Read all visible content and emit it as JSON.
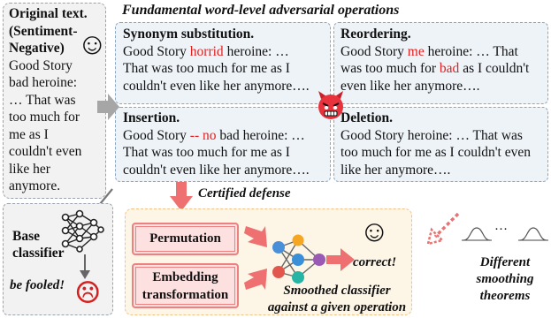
{
  "original": {
    "heading_line1": "Original text.",
    "heading_line2": "(Sentiment-",
    "heading_line3": "Negative)",
    "body_lines": [
      "Good Story",
      "bad heroine:",
      "… That was",
      "too much for",
      "me as I",
      "couldn't even",
      "like her",
      "anymore."
    ]
  },
  "title": "Fundamental word-level adversarial operations",
  "ops": {
    "synonym": {
      "title": "Synonym substitution.",
      "l1_a": "Good Story ",
      "l1_red": "horrid",
      "l1_b": " heroine: …",
      "l2": "That was too much for me as I",
      "l3": "couldn't even like her anymore…."
    },
    "reorder": {
      "title": "Reordering.",
      "l1_a": "Good Story ",
      "l1_red": "me",
      "l1_b": " heroine: … That",
      "l2_a": "was too much for ",
      "l2_red": "bad",
      "l2_b": " as I couldn't",
      "l3": "even like her anymore…."
    },
    "insert": {
      "title": "Insertion.",
      "l1_a": "Good Story ",
      "l1_red": "-- no",
      "l1_b": " bad heroine: …",
      "l2": "That was too much for me as I",
      "l3": "couldn't even like her anymore…."
    },
    "delete": {
      "title": "Deletion.",
      "l1": "Good Story heroine: … That was",
      "l2": "too much for me as I couldn't even",
      "l3": "like her anymore…."
    }
  },
  "base": {
    "label_line1": "Base",
    "label_line2": "classifier",
    "fooled": "be fooled!"
  },
  "defense": {
    "certified": "Certified defense",
    "permutation": "Permutation",
    "embedding_line1": "Embedding",
    "embedding_line2": "transformation",
    "correct": "correct!",
    "smoothed_line1": "Smoothed classifier",
    "smoothed_line2": "against a given operation"
  },
  "smoothing": {
    "dots": "…",
    "line1": "Different",
    "line2": "smoothing",
    "line3": "theorems"
  },
  "icons": {
    "smiley": "☺",
    "sad": "☹",
    "devil": "angry-devil-icon",
    "network": "neural-network-icon"
  },
  "colors": {
    "highlight_red": "#e02020",
    "arrow_gray": "#a6a6a6",
    "arrow_pink": "#ee7070"
  }
}
